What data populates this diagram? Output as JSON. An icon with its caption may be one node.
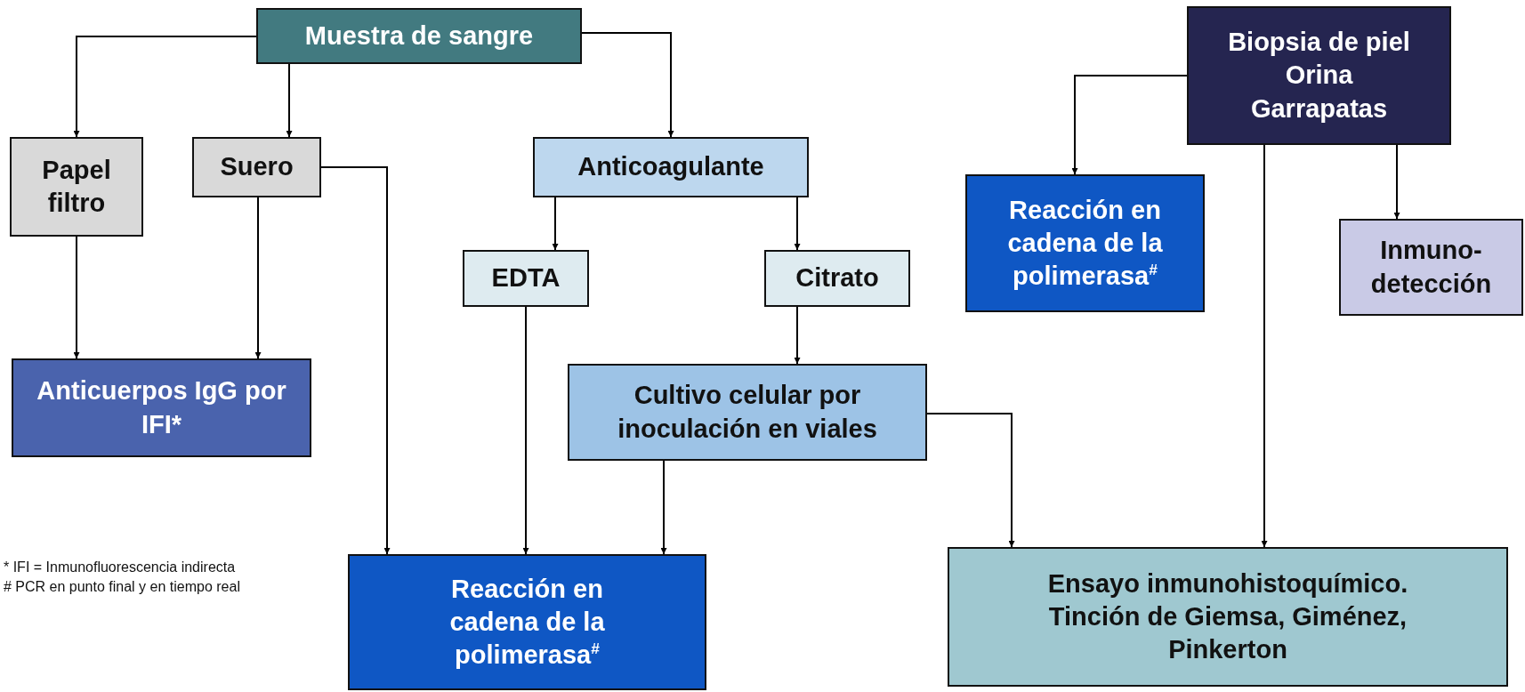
{
  "diagram": {
    "nodes": [
      {
        "text": [
          "Muestra de sangre"
        ]
      },
      {
        "text": [
          "Papel filtro"
        ]
      },
      {
        "text": [
          "Suero"
        ]
      },
      {
        "text": [
          "Anticoagulante"
        ]
      },
      {
        "text": [
          "EDTA"
        ]
      },
      {
        "text": [
          "Citrato"
        ]
      },
      {
        "text": [
          "Anticuerpos IgG por IFI*"
        ]
      },
      {
        "text": [
          "Cultivo celular por inoculación en viales"
        ]
      },
      {
        "text": [
          "Reacción en cadena de la polimerasa$^{#}$"
        ]
      },
      {
        "text": [
          "Biopsia de piel",
          "Orina",
          "Garrapatas"
        ]
      },
      {
        "text": [
          "Reacción en cadena de la polimerasa$^{#}$"
        ]
      },
      {
        "text": [
          "Inmuno-detección"
        ]
      },
      {
        "text": [
          "Ensayo inmunohistoquímico. Tinción de Giemsa, Giménez, Pinkerton"
        ]
      }
    ],
    "edges": [
      {
        "from": 0,
        "to": 1,
        "arrow": "to"
      },
      {
        "from": 0,
        "to": 2,
        "arrow": "to"
      },
      {
        "from": 0,
        "to": 3,
        "arrow": "to"
      },
      {
        "from": 1,
        "to": 6,
        "arrow": "to"
      },
      {
        "from": 2,
        "to": 6,
        "arrow": "to"
      },
      {
        "from": 2,
        "to": 8,
        "arrow": "to"
      },
      {
        "from": 3,
        "to": 4,
        "arrow": "to"
      },
      {
        "from": 3,
        "to": 5,
        "arrow": "to"
      },
      {
        "from": 4,
        "to": 8,
        "arrow": "to"
      },
      {
        "from": 5,
        "to": 7,
        "arrow": "to"
      },
      {
        "from": 7,
        "to": 8,
        "arrow": "to"
      },
      {
        "from": 7,
        "to": 12,
        "arrow": "to"
      },
      {
        "from": 9,
        "to": 10,
        "arrow": "to"
      },
      {
        "from": 9,
        "to": 12,
        "arrow": "to"
      },
      {
        "from": 9,
        "to": 11,
        "arrow": "to"
      }
    ],
    "labels": [
      "* IFI = Inmunofluorescencia indirecta",
      "# PCR en punto final y en tiempo real"
    ]
  }
}
